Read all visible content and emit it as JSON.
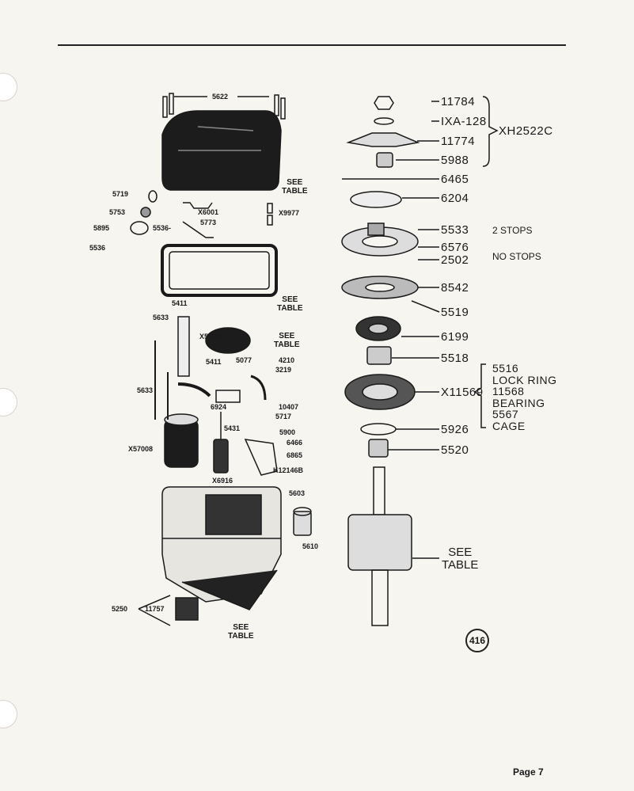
{
  "page_number": "Page 7",
  "figure_number": "416",
  "see_table": [
    "SEE",
    "TABLE"
  ],
  "left_labels": {
    "cover_screws": "5622",
    "gasket_5719": "5719",
    "part_5753": "5753",
    "part_5895": "5895",
    "screw_5536a": "5536-",
    "screw_5536b": "5536",
    "bracket_x6001": "X6001",
    "part_5773": "5773",
    "x9977": "X9977",
    "screw_5411a": "5411",
    "clamp_5633a": "5633",
    "x5524": "X5524",
    "screw_5411b": "5411",
    "part_5077": "5077",
    "part_4210": "4210",
    "part_3219": "3219",
    "clamp_5633b": "5633",
    "part_6924": "6924",
    "part_10407": "10407",
    "part_5717": "5717",
    "part_5431": "5431",
    "part_5900": "5900",
    "part_6466": "6466",
    "part_6865": "6865",
    "coil_x57008": "X57008",
    "k12146b": "K12146B",
    "condenser_x6916": "X6916",
    "housing_5603": "5603",
    "bushing_5610": "5610",
    "part_5250": "5250",
    "nameplate_11757": "11757"
  },
  "right_labels": {
    "nut_11784": "11784",
    "washer_ixa128": "IXA-128",
    "part_11774": "11774",
    "part_5988": "5988",
    "group_xh2522c": "XH2522C",
    "screw_6465": "6465",
    "part_6204": "6204",
    "part_5533": "5533",
    "part_6576": "6576",
    "part_2502": "2502",
    "two_stops": "2 STOPS",
    "no_stops": "NO STOPS",
    "part_8542": "8542",
    "part_5519": "5519",
    "part_6199": "6199",
    "part_5518": "5518",
    "gear_x11569": "X11569",
    "part_5926": "5926",
    "part_5520": "5520",
    "x11569_components": [
      "5516",
      "LOCK RING",
      "11568",
      "BEARING",
      "5567",
      "CAGE"
    ]
  }
}
